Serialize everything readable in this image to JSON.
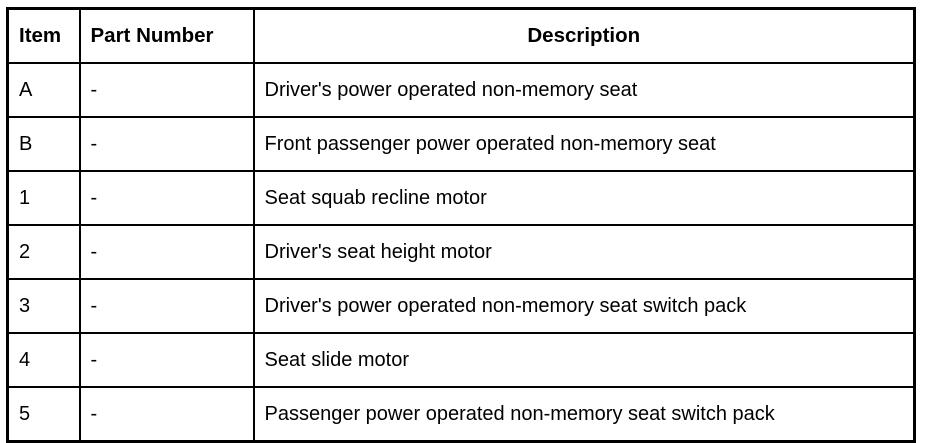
{
  "document": {
    "type": "parts-reference-table",
    "background_color": "#ffffff",
    "text_color": "#000000",
    "border_color": "#000000"
  },
  "table": {
    "columns": [
      {
        "key": "item",
        "label": "Item",
        "align": "left"
      },
      {
        "key": "part_number",
        "label": "Part Number",
        "align": "left"
      },
      {
        "key": "description",
        "label": "Description",
        "align": "center"
      }
    ],
    "rows": [
      {
        "item": "A",
        "part_number": "-",
        "description": "Driver's power operated non-memory seat"
      },
      {
        "item": "B",
        "part_number": "-",
        "description": "Front passenger power operated non-memory seat"
      },
      {
        "item": "1",
        "part_number": "-",
        "description": "Seat squab recline motor"
      },
      {
        "item": "2",
        "part_number": "-",
        "description": "Driver's seat height motor"
      },
      {
        "item": "3",
        "part_number": "-",
        "description": "Driver's power operated non-memory seat switch pack"
      },
      {
        "item": "4",
        "part_number": "-",
        "description": "Seat slide motor"
      },
      {
        "item": "5",
        "part_number": "-",
        "description": "Passenger power operated non-memory seat switch pack"
      }
    ]
  }
}
